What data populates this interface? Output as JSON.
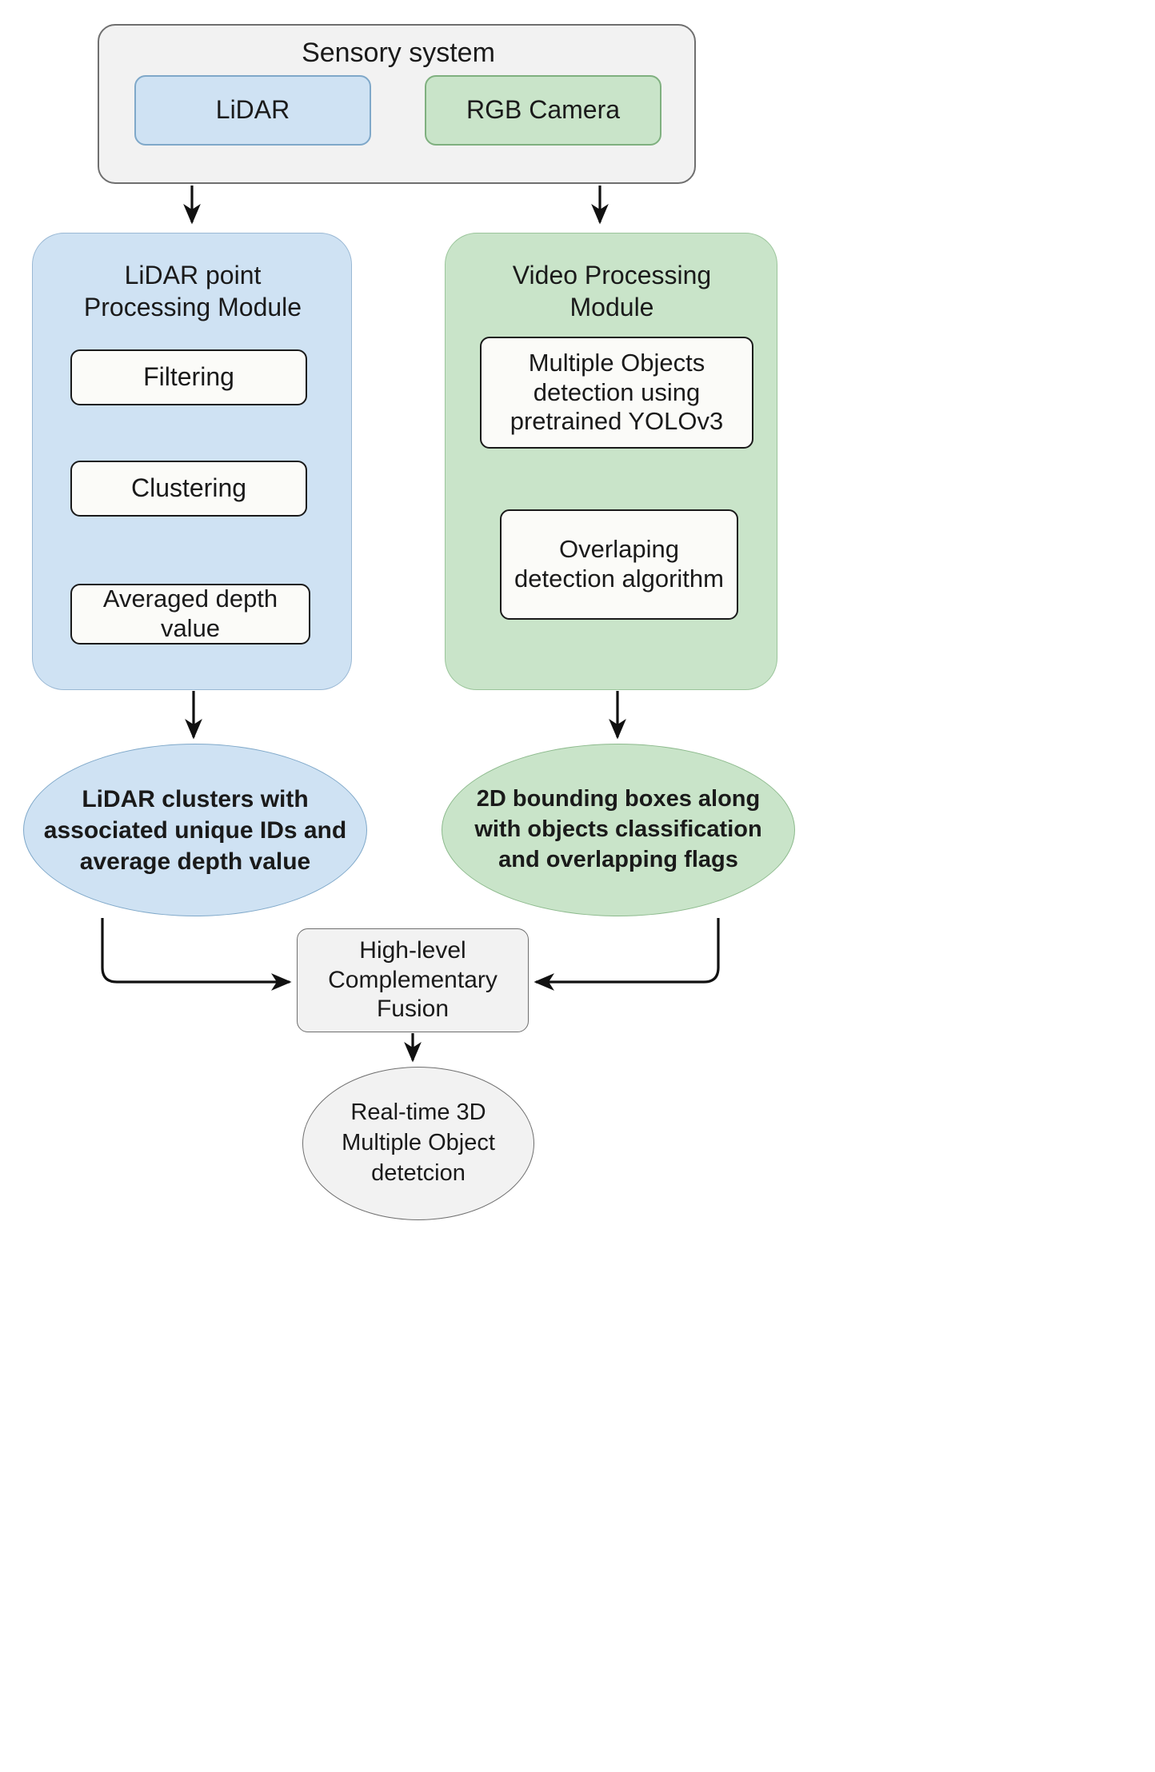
{
  "diagram": {
    "title_text": "Sensory system",
    "sensory": {
      "label": "Sensory system",
      "sensors": [
        {
          "label": "LiDAR",
          "color": "#cfe2f3"
        },
        {
          "label": "RGB Camera",
          "color": "#c9e4c9"
        }
      ]
    },
    "lidar_module": {
      "title": "LiDAR point\nProcessing Module",
      "color": "#cfe2f3",
      "steps": [
        {
          "label": "Filtering"
        },
        {
          "label": "Clustering"
        },
        {
          "label": "Averaged depth\nvalue"
        }
      ]
    },
    "video_module": {
      "title": "Video Processing\nModule",
      "color": "#c9e4c9",
      "steps": [
        {
          "label": "Multiple Objects\ndetection using\npretrained YOLOv3"
        },
        {
          "label": "Overlaping\ndetection algorithm"
        }
      ]
    },
    "outputs": [
      {
        "label": "LiDAR clusters with\nassociated unique IDs and\naverage depth value",
        "color": "#cfe2f3"
      },
      {
        "label": "2D bounding boxes along\nwith objects classification\nand overlapping flags",
        "color": "#c9e4c9"
      }
    ],
    "fusion": {
      "label": "High-level\nComplementary\nFusion",
      "color": "#f2f2f2"
    },
    "result": {
      "label": "Real-time 3D\nMultiple Object\ndetetcion",
      "color": "#f2f2f2"
    },
    "colors": {
      "lidar_blue": "#cfe2f3",
      "camera_green": "#c9e4c9",
      "neutral_gray": "#f2f2f2",
      "stroke_dark": "#1a1a1a",
      "stroke_gray": "#6f6f6f",
      "background": "#ffffff"
    }
  }
}
